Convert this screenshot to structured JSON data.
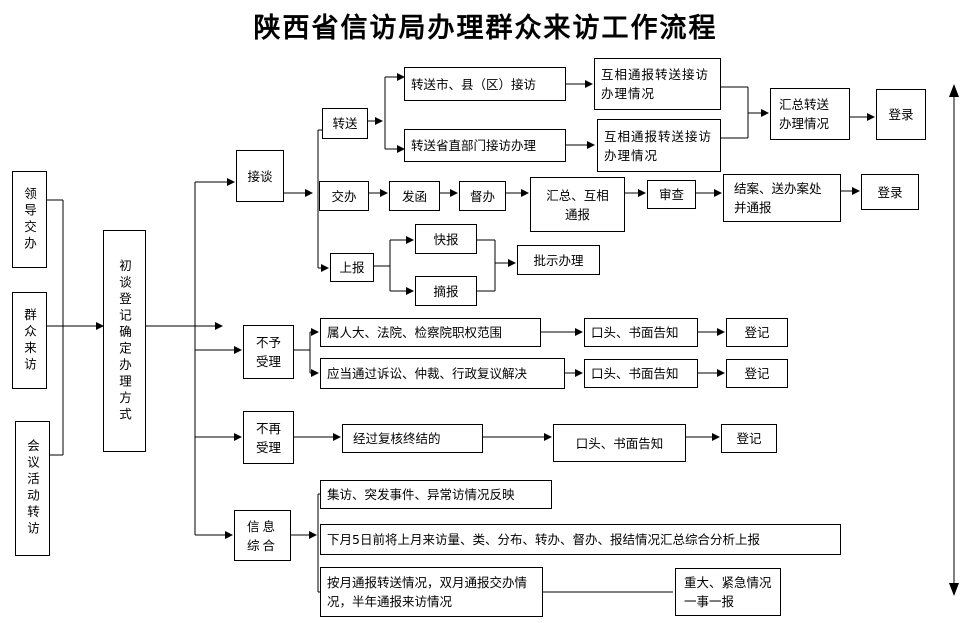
{
  "title": "陕西省信访局办理群众来访工作流程",
  "sources": [
    "领导交办",
    "群众来访",
    "会议活动转访"
  ],
  "register": "初谈登记确定办理方式",
  "categories": {
    "jietan": "接谈",
    "buyu": "不予受理",
    "buzai": "不再受理",
    "xinxi": "信息综合"
  },
  "jietan": {
    "zhuansong": "转送",
    "zhuansong_city": "转送市、县（区）接访",
    "zhuansong_dept": "转送省直部门接访办理",
    "notify_1": "互相通报转送接访办理情况",
    "notify_2": "互相通报转送接访办理情况",
    "summary": "汇总转送办理情况",
    "register_1": "登录",
    "jiaoban": "交办",
    "fahan": "发函",
    "duban": "督办",
    "huizong_notify": "汇总、互相通报",
    "shencha": "审查",
    "jiean": "结案、送办案处并通报",
    "register_2": "登录",
    "shangbao": "上报",
    "kuaibao": "快报",
    "zhaibao": "摘报",
    "pishi": "批示办理"
  },
  "buyu": {
    "item_1": "属人大、法院、检察院职权范围",
    "item_2": "应当通过诉讼、仲裁、行政复议解决",
    "notice_1": "口头、书面告知",
    "notice_2": "口头、书面告知",
    "reg_1": "登记",
    "reg_2": "登记"
  },
  "buzai": {
    "item": "经过复核终结的",
    "notice": "口头、书面告知",
    "reg": "登记"
  },
  "xinxi": {
    "item_1": "集访、突发事件、异常访情况反映",
    "item_2": "下月5日前将上月来访量、类、分布、转办、督办、报结情况汇总综合分析上报",
    "item_3": "按月通报转送情况，双月通报交办情况，半年通报来访情况",
    "urgent": "重大、紧急情况一事一报"
  }
}
